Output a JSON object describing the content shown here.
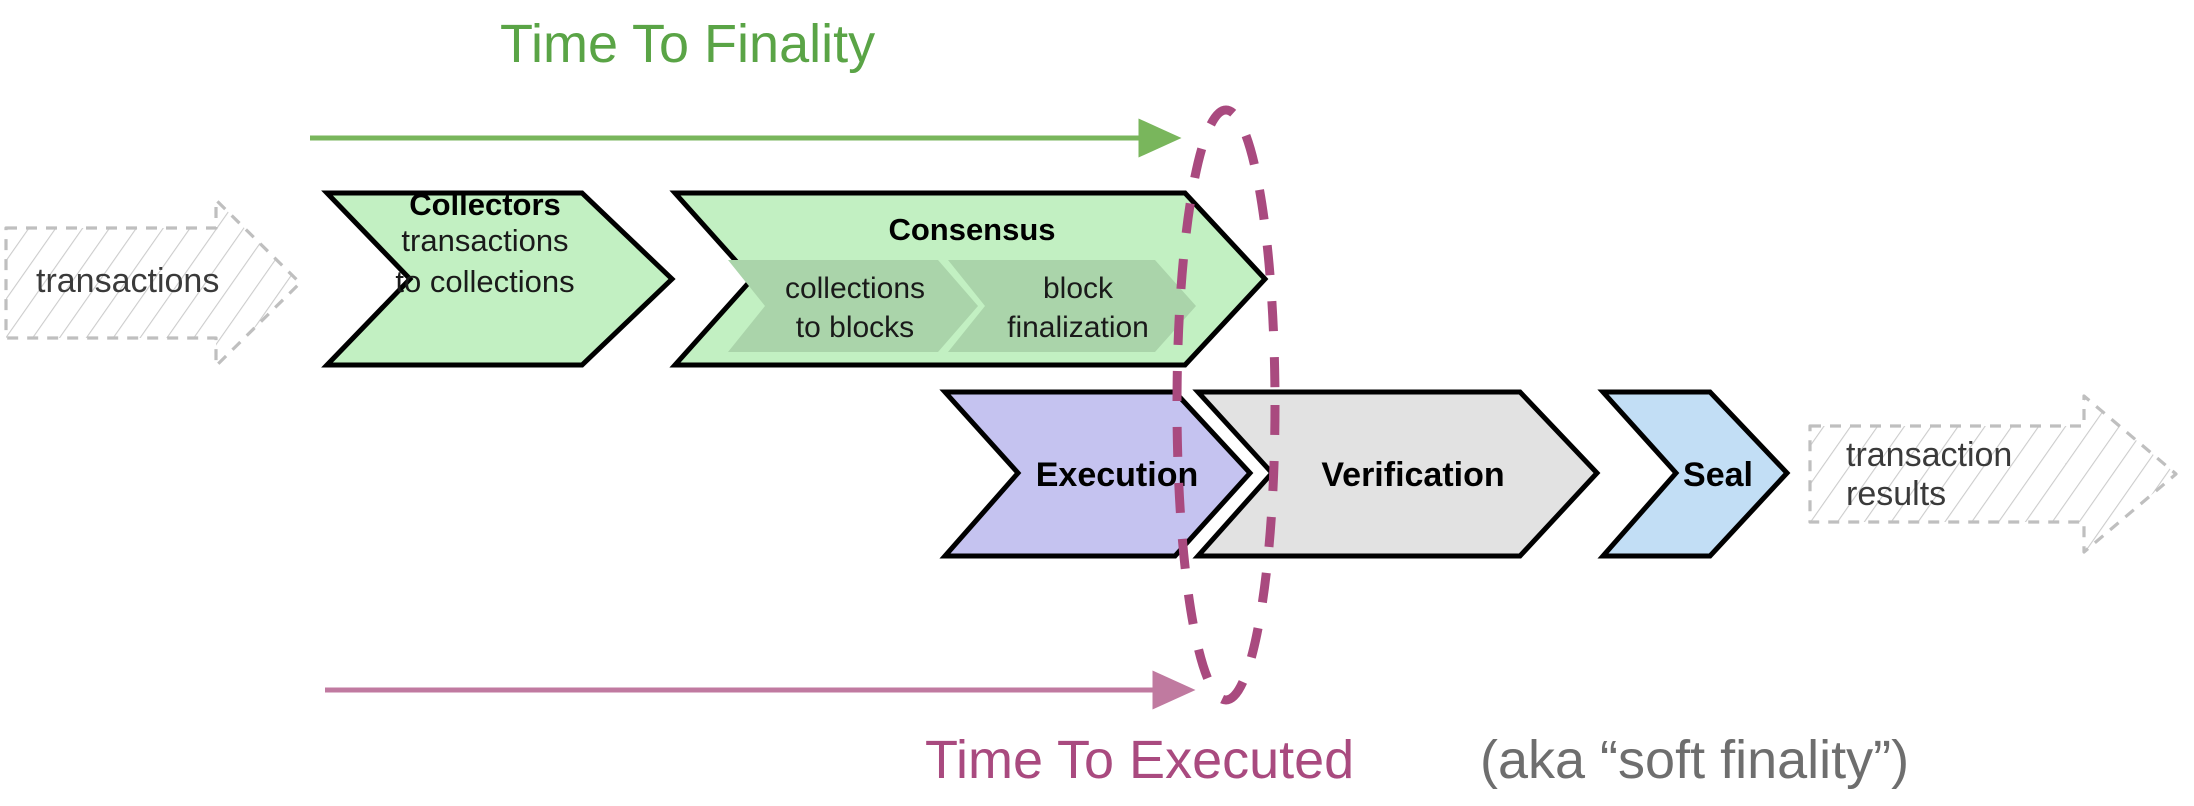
{
  "diagram": {
    "title_top": "Time To Finality",
    "title_bottom_main": "Time To Executed",
    "title_bottom_note": "(aka “soft finality”)",
    "colors": {
      "green_accent": "#5aa446",
      "plum_accent": "#a94a7f",
      "grey_note": "#6e6e6e",
      "collectors_fill": "#c2f0c2",
      "consensus_fill": "#c2f0c2",
      "consensus_sub_fill": "#aad4aa",
      "execution_fill": "#c5c3f0",
      "verification_fill": "#e2e2e2",
      "seal_fill": "#c2def5",
      "ghost_stroke": "#bfbfbf",
      "outline": "#000000"
    }
  },
  "input_block": {
    "label": "transactions"
  },
  "output_block": {
    "label_line1": "transaction",
    "label_line2": "results"
  },
  "top_row": [
    {
      "id": "collectors",
      "title": "Collectors",
      "sub_line1": "transactions",
      "sub_line2": "to collections",
      "fill": "#c2f0c2"
    },
    {
      "id": "consensus",
      "title": "Consensus",
      "fill": "#c2f0c2",
      "sub_stages": [
        {
          "id": "collections-to-blocks",
          "line1": "collections",
          "line2": "to blocks",
          "fill": "#aad4aa"
        },
        {
          "id": "block-finalization",
          "line1": "block",
          "line2": "finalization",
          "fill": "#aad4aa"
        }
      ]
    }
  ],
  "bottom_row": [
    {
      "id": "execution",
      "title": "Execution",
      "fill": "#c5c3f0"
    },
    {
      "id": "verification",
      "title": "Verification",
      "fill": "#e2e2e2"
    },
    {
      "id": "seal",
      "title": "Seal",
      "fill": "#c2def5"
    }
  ],
  "annotations": {
    "finality_arrow_name": "time-to-finality-arrow",
    "executed_arrow_name": "time-to-executed-arrow",
    "boundary_name": "finality-boundary-ellipse"
  }
}
